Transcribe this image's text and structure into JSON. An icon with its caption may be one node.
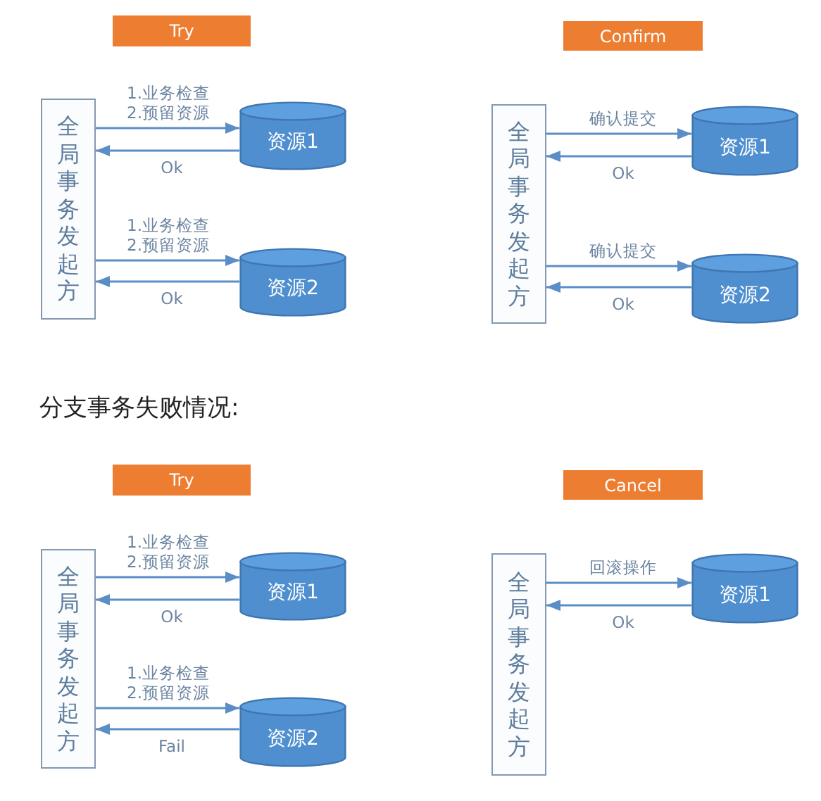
{
  "diagram": {
    "nodes": [
      {
        "text": [
          "Try"
        ]
      },
      {
        "text": [
          "全局事务发起方"
        ]
      },
      {
        "text": [
          "资源1"
        ]
      },
      {
        "text": [
          "资源2"
        ]
      },
      {
        "text": [
          "Confirm"
        ]
      },
      {
        "text": [
          "全局事务发起方"
        ]
      },
      {
        "text": [
          "资源1"
        ]
      },
      {
        "text": [
          "资源2"
        ]
      },
      {
        "text": [
          "Try"
        ]
      },
      {
        "text": [
          "全局事务发起方"
        ]
      },
      {
        "text": [
          "资源1"
        ]
      },
      {
        "text": [
          "资源2"
        ]
      },
      {
        "text": [
          "Cancel"
        ]
      },
      {
        "text": [
          "全局事务发起方"
        ]
      },
      {
        "text": [
          "资源1"
        ]
      }
    ],
    "edges": [
      {
        "from": 1,
        "to": 2,
        "arrow": "to",
        "label": "1.业务检查 2.预留资源"
      },
      {
        "from": 2,
        "to": 1,
        "arrow": "to",
        "label": "Ok"
      },
      {
        "from": 1,
        "to": 3,
        "arrow": "to",
        "label": "1.业务检查 2.预留资源"
      },
      {
        "from": 3,
        "to": 1,
        "arrow": "to",
        "label": "Ok"
      },
      {
        "from": 5,
        "to": 6,
        "arrow": "to",
        "label": "确认提交"
      },
      {
        "from": 6,
        "to": 5,
        "arrow": "to",
        "label": "Ok"
      },
      {
        "from": 5,
        "to": 7,
        "arrow": "to",
        "label": "确认提交"
      },
      {
        "from": 7,
        "to": 5,
        "arrow": "to",
        "label": "Ok"
      },
      {
        "from": 9,
        "to": 10,
        "arrow": "to",
        "label": "1.业务检查 2.预留资源"
      },
      {
        "from": 10,
        "to": 9,
        "arrow": "to",
        "label": "Ok"
      },
      {
        "from": 9,
        "to": 11,
        "arrow": "to",
        "label": "1.业务检查 2.预留资源"
      },
      {
        "from": 11,
        "to": 9,
        "arrow": "to",
        "label": "Fail"
      },
      {
        "from": 13,
        "to": 14,
        "arrow": "to",
        "label": "回滚操作"
      },
      {
        "from": 14,
        "to": 13,
        "arrow": "to",
        "label": "Ok"
      }
    ],
    "labels": [
      "分支事务失败情况:"
    ]
  }
}
